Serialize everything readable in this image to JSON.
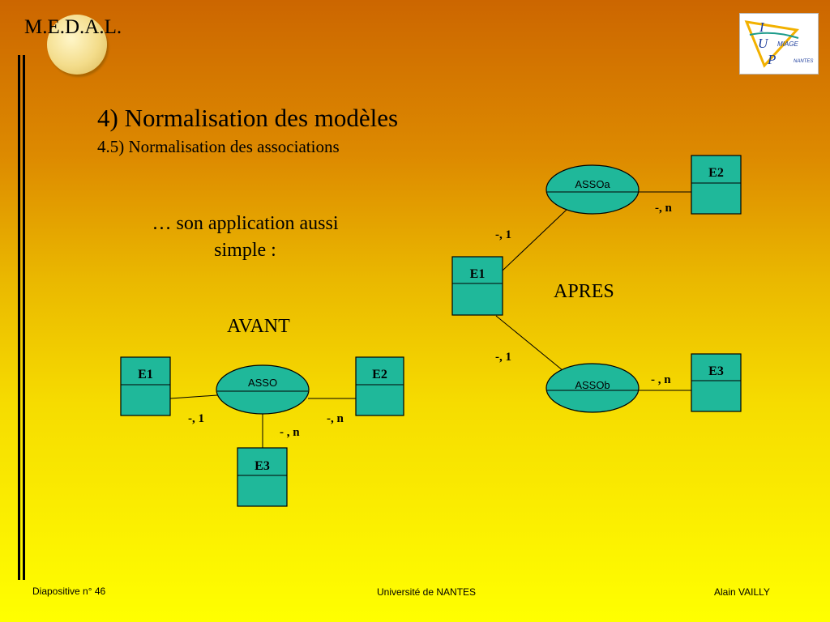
{
  "header": {
    "brand": "M.E.D.A.L.",
    "logo_text": {
      "i": "I",
      "u": "U",
      "p": "P",
      "miage": "MIAGE",
      "nantes": "NANTES"
    }
  },
  "slide": {
    "title": "4) Normalisation des modèles",
    "subtitle": "4.5) Normalisation des associations",
    "intro_text": "… son application aussi simple :",
    "before_label": "AVANT",
    "after_label": "APRES"
  },
  "avant": {
    "entities": {
      "e1": "E1",
      "e2": "E2",
      "e3": "E3"
    },
    "association": "ASSO",
    "cardinalities": {
      "e1": "-, 1",
      "e2": "-, n",
      "e3": "- , n"
    }
  },
  "apres": {
    "entities": {
      "e1": "E1",
      "e2": "E2",
      "e3": "E3"
    },
    "associations": {
      "a": "ASSOa",
      "b": "ASSOb"
    },
    "cardinalities": {
      "e1_a": "-, 1",
      "e2_a": "-, n",
      "e1_b": "-, 1",
      "e3_b": "- , n"
    }
  },
  "footer": {
    "slide_number": "Diapositive n° 46",
    "university": "Université de NANTES",
    "author": "Alain VAILLY"
  },
  "colors": {
    "entity_fill": "#1fb89a",
    "background_top": "#cc6600",
    "background_bottom": "#ffff00"
  }
}
